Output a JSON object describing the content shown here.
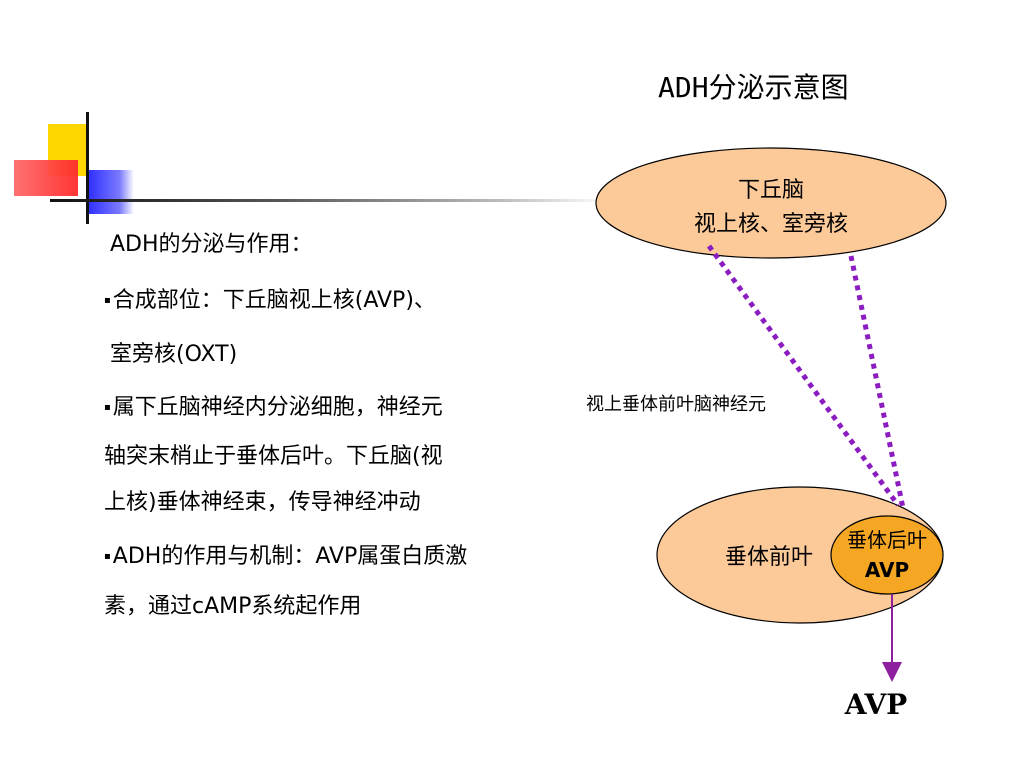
{
  "title": "ADH分泌示意图",
  "lines": {
    "l1": "ADH的分泌与作用：",
    "l2": "合成部位：下丘脑视上核(AVP)、",
    "l3": "室旁核(OXT)",
    "l4": "属下丘脑神经内分泌细胞，神经元",
    "l5": "轴突末梢止于垂体后叶。下丘脑(视",
    "l6": "上核)垂体神经束，传导神经冲动",
    "l7": "ADH的作用与机制：AVP属蛋白质激",
    "l8": "素，通过cAMP系统起作用"
  },
  "bullet": "▪",
  "diagram": {
    "hypothalamus_line1": "下丘脑",
    "hypothalamus_line2": "视上核、室旁核",
    "fiber_label": "视上垂体前叶脑神经元",
    "anterior_pituitary": "垂体前叶",
    "posterior_line1": "垂体后叶",
    "posterior_line2": "AVP",
    "output_label": "AVP"
  },
  "colors": {
    "ellipse_fill": "#FCC999",
    "posterior_fill": "#F5A623",
    "dotted_line": "#8B1CC0",
    "arrow": "#8E1F9E"
  }
}
